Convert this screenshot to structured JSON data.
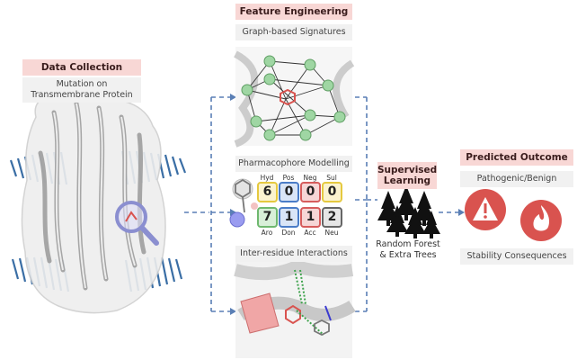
{
  "colors": {
    "accent_header": "#f8d7d5",
    "membrane_blue": "#3a6ea5",
    "arrow_blue": "#5a7fb5",
    "node_green": "#9fd6a3",
    "outcome_red": "#d9534f",
    "hyd": "#e5c93f",
    "pos": "#4a7cc7",
    "neg": "#d65c5c",
    "sul": "#e5c93f",
    "aro": "#6fb86f",
    "don": "#4a7cc7",
    "acc": "#d65c5c",
    "neu": "#666666"
  },
  "data_collection": {
    "title": "Data Collection",
    "subtitle_line1": "Mutation on",
    "subtitle_line2": "Transmembrane Protein",
    "icon": "magnifier-icon"
  },
  "feature_engineering": {
    "title": "Feature Engineering",
    "graph_label": "Graph-based Signatures",
    "pharmacophore_label": "Pharmacophore Modelling",
    "interactions_label": "Inter-residue Interactions",
    "pharmacophore": {
      "top": [
        {
          "label": "Hyd",
          "value": "6"
        },
        {
          "label": "Pos",
          "value": "0"
        },
        {
          "label": "Neg",
          "value": "0"
        },
        {
          "label": "Sul",
          "value": "0"
        }
      ],
      "bottom": [
        {
          "label": "Aro",
          "value": "7"
        },
        {
          "label": "Don",
          "value": "1"
        },
        {
          "label": "Acc",
          "value": "1"
        },
        {
          "label": "Neu",
          "value": "2"
        }
      ]
    }
  },
  "supervised": {
    "title_line1": "Supervised",
    "title_line2": "Learning",
    "model_line1": "Random Forest",
    "model_line2": "& Extra Trees",
    "icon": "tree-icon"
  },
  "outcome": {
    "title": "Predicted Outcome",
    "label1": "Pathogenic/Benign",
    "label2": "Stability Consequences",
    "icons": [
      "warning-icon",
      "flame-icon"
    ]
  }
}
